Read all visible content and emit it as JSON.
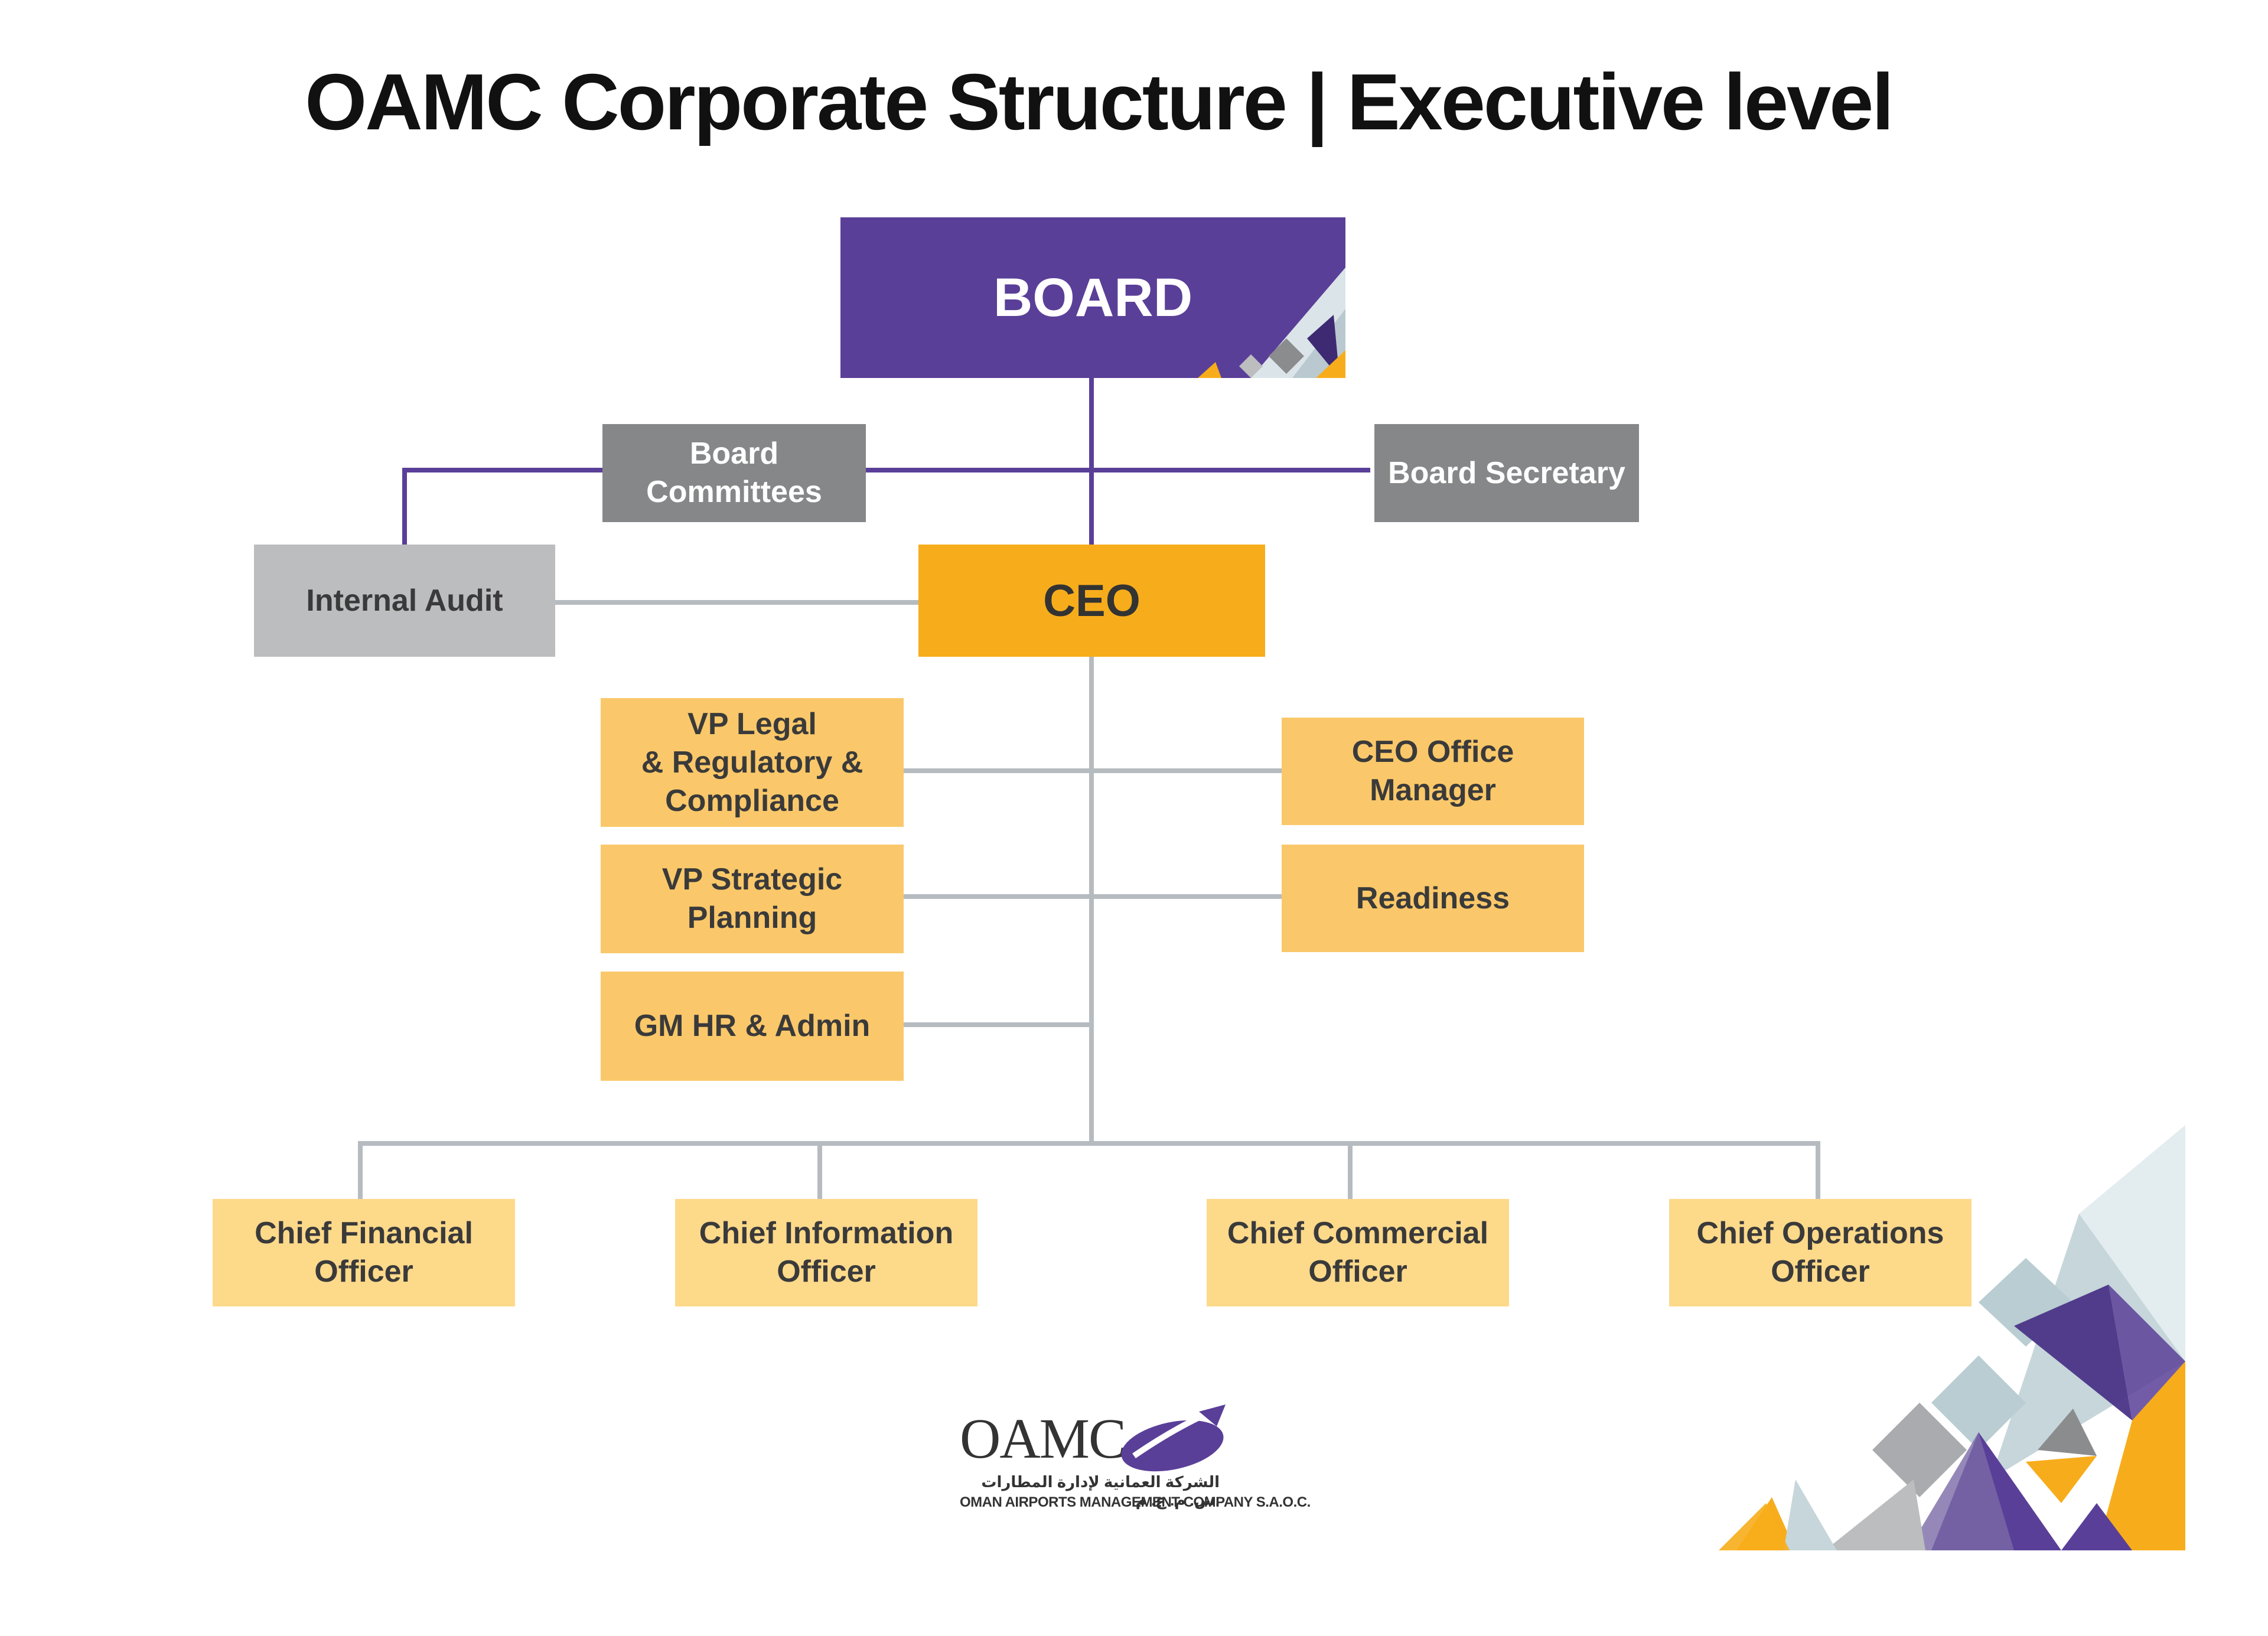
{
  "title": "OAMC Corporate Structure | Executive level",
  "nodes": {
    "board": "BOARD",
    "board_committees": "Board\nCommittees",
    "board_secretary": "Board Secretary",
    "internal_audit": "Internal Audit",
    "ceo": "CEO",
    "vp_legal": "VP Legal\n& Regulatory &\nCompliance",
    "ceo_office_manager": "CEO Office Manager",
    "vp_strategic": "VP Strategic\nPlanning",
    "readiness": "Readiness",
    "gm_hr": "GM HR & Admin",
    "cfo": "Chief Financial\nOfficer",
    "cio": "Chief Information\nOfficer",
    "cco": "Chief Commercial\nOfficer",
    "coo": "Chief Operations\nOfficer"
  },
  "logo": {
    "name": "OAMC",
    "arabic": "الشركة العمانية لإدارة المطارات ش. م. ع. م.",
    "subtitle": "OMAN AIRPORTS MANAGEMENT COMPANY S.A.O.C."
  },
  "colors": {
    "board": "#5a3f98",
    "ceo": "#f7ad1b",
    "gold": "#fac86a",
    "gold_light": "#fdd98a",
    "grey_dark": "#868788",
    "grey_light": "#bcbdbf",
    "line_purple": "#5a3f98",
    "line_grey": "#b6bbc0"
  }
}
